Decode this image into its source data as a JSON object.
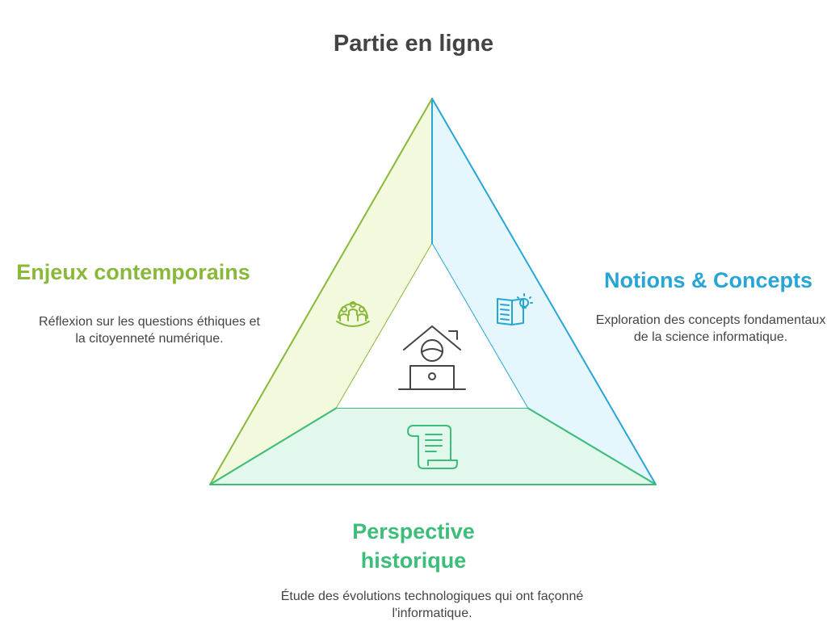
{
  "title": "Partie en ligne",
  "sections": {
    "left": {
      "heading": "Enjeux contemporains",
      "description": "Réflexion sur les questions éthiques et la citoyenneté numérique.",
      "icon": "people-group-icon",
      "color": "#8ab83a",
      "fill": "#f3f9dd"
    },
    "right": {
      "heading": "Notions & Concepts",
      "description": "Exploration des concepts fondamentaux de la science informatique.",
      "icon": "book-lightbulb-icon",
      "color": "#27a6d6",
      "fill": "#e6f6fd"
    },
    "bottom": {
      "heading_line1": "Perspective",
      "heading_line2": "historique",
      "description": "Étude des évolutions technologiques qui ont façonné l'informatique.",
      "icon": "scroll-icon",
      "color": "#3cbd7a",
      "fill": "#e2f8ec"
    }
  },
  "center": {
    "icon": "home-laptop-icon"
  }
}
